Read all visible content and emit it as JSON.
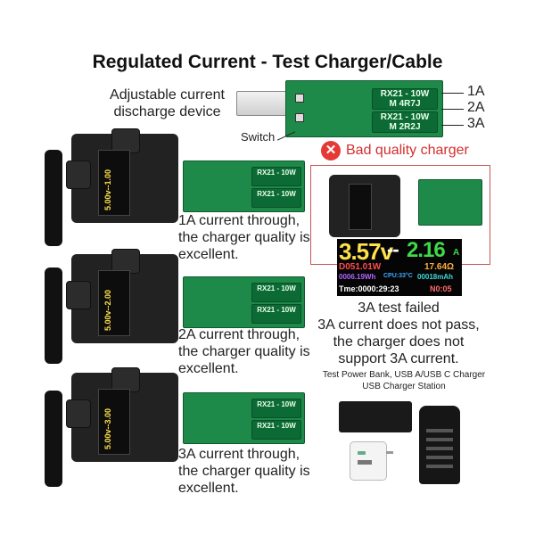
{
  "title": "Regulated Current - Test Charger/Cable",
  "discharge_label_line1": "Adjustable current",
  "discharge_label_line2": "discharge device",
  "switch_label": "Switch",
  "top_levels": [
    "1A",
    "2A",
    "3A"
  ],
  "board": {
    "res1_line1": "RX21 - 10W",
    "res1_line2": "M   4R7J",
    "res2_line1": "RX21 - 10W",
    "res2_line2": "M   2R2J"
  },
  "rows": [
    {
      "current": "1A",
      "readout": "5.00v--1.00",
      "desc1": "1A current through,",
      "desc2": "the charger quality is",
      "desc3": "excellent."
    },
    {
      "current": "2A",
      "readout": "5.00v--2.00",
      "desc1": "2A current through,",
      "desc2": "the charger quality is",
      "desc3": "excellent."
    },
    {
      "current": "3A",
      "readout": "5.00v--3.00",
      "desc1": "3A current through,",
      "desc2": "the charger quality is",
      "desc3": "excellent."
    }
  ],
  "bad": {
    "label": "Bad quality charger",
    "meter_voltage": "3.57v",
    "meter_sep": "--",
    "meter_current": "2.16",
    "meter_unit": "A",
    "meter_power": "D051.01W",
    "meter_res": "17.64Ω",
    "meter_energy": "0006.19Wh",
    "meter_temp": "CPU:33°C",
    "meter_cap": "00018mAh",
    "meter_time": "Tme:0000:29:23",
    "meter_group": "N0:05",
    "fail1": "3A test failed",
    "fail2": "3A current does not pass,",
    "fail3": "the charger does not",
    "fail4": "support 3A current."
  },
  "products": {
    "line1": "Test Power Bank, USB A/USB C Charger",
    "line2": "USB Charger Station"
  },
  "colors": {
    "pcb": "#1e8a4a",
    "meter_voltage": "#ffe14a",
    "meter_current": "#3fd84a",
    "bad_red": "#e53935"
  }
}
